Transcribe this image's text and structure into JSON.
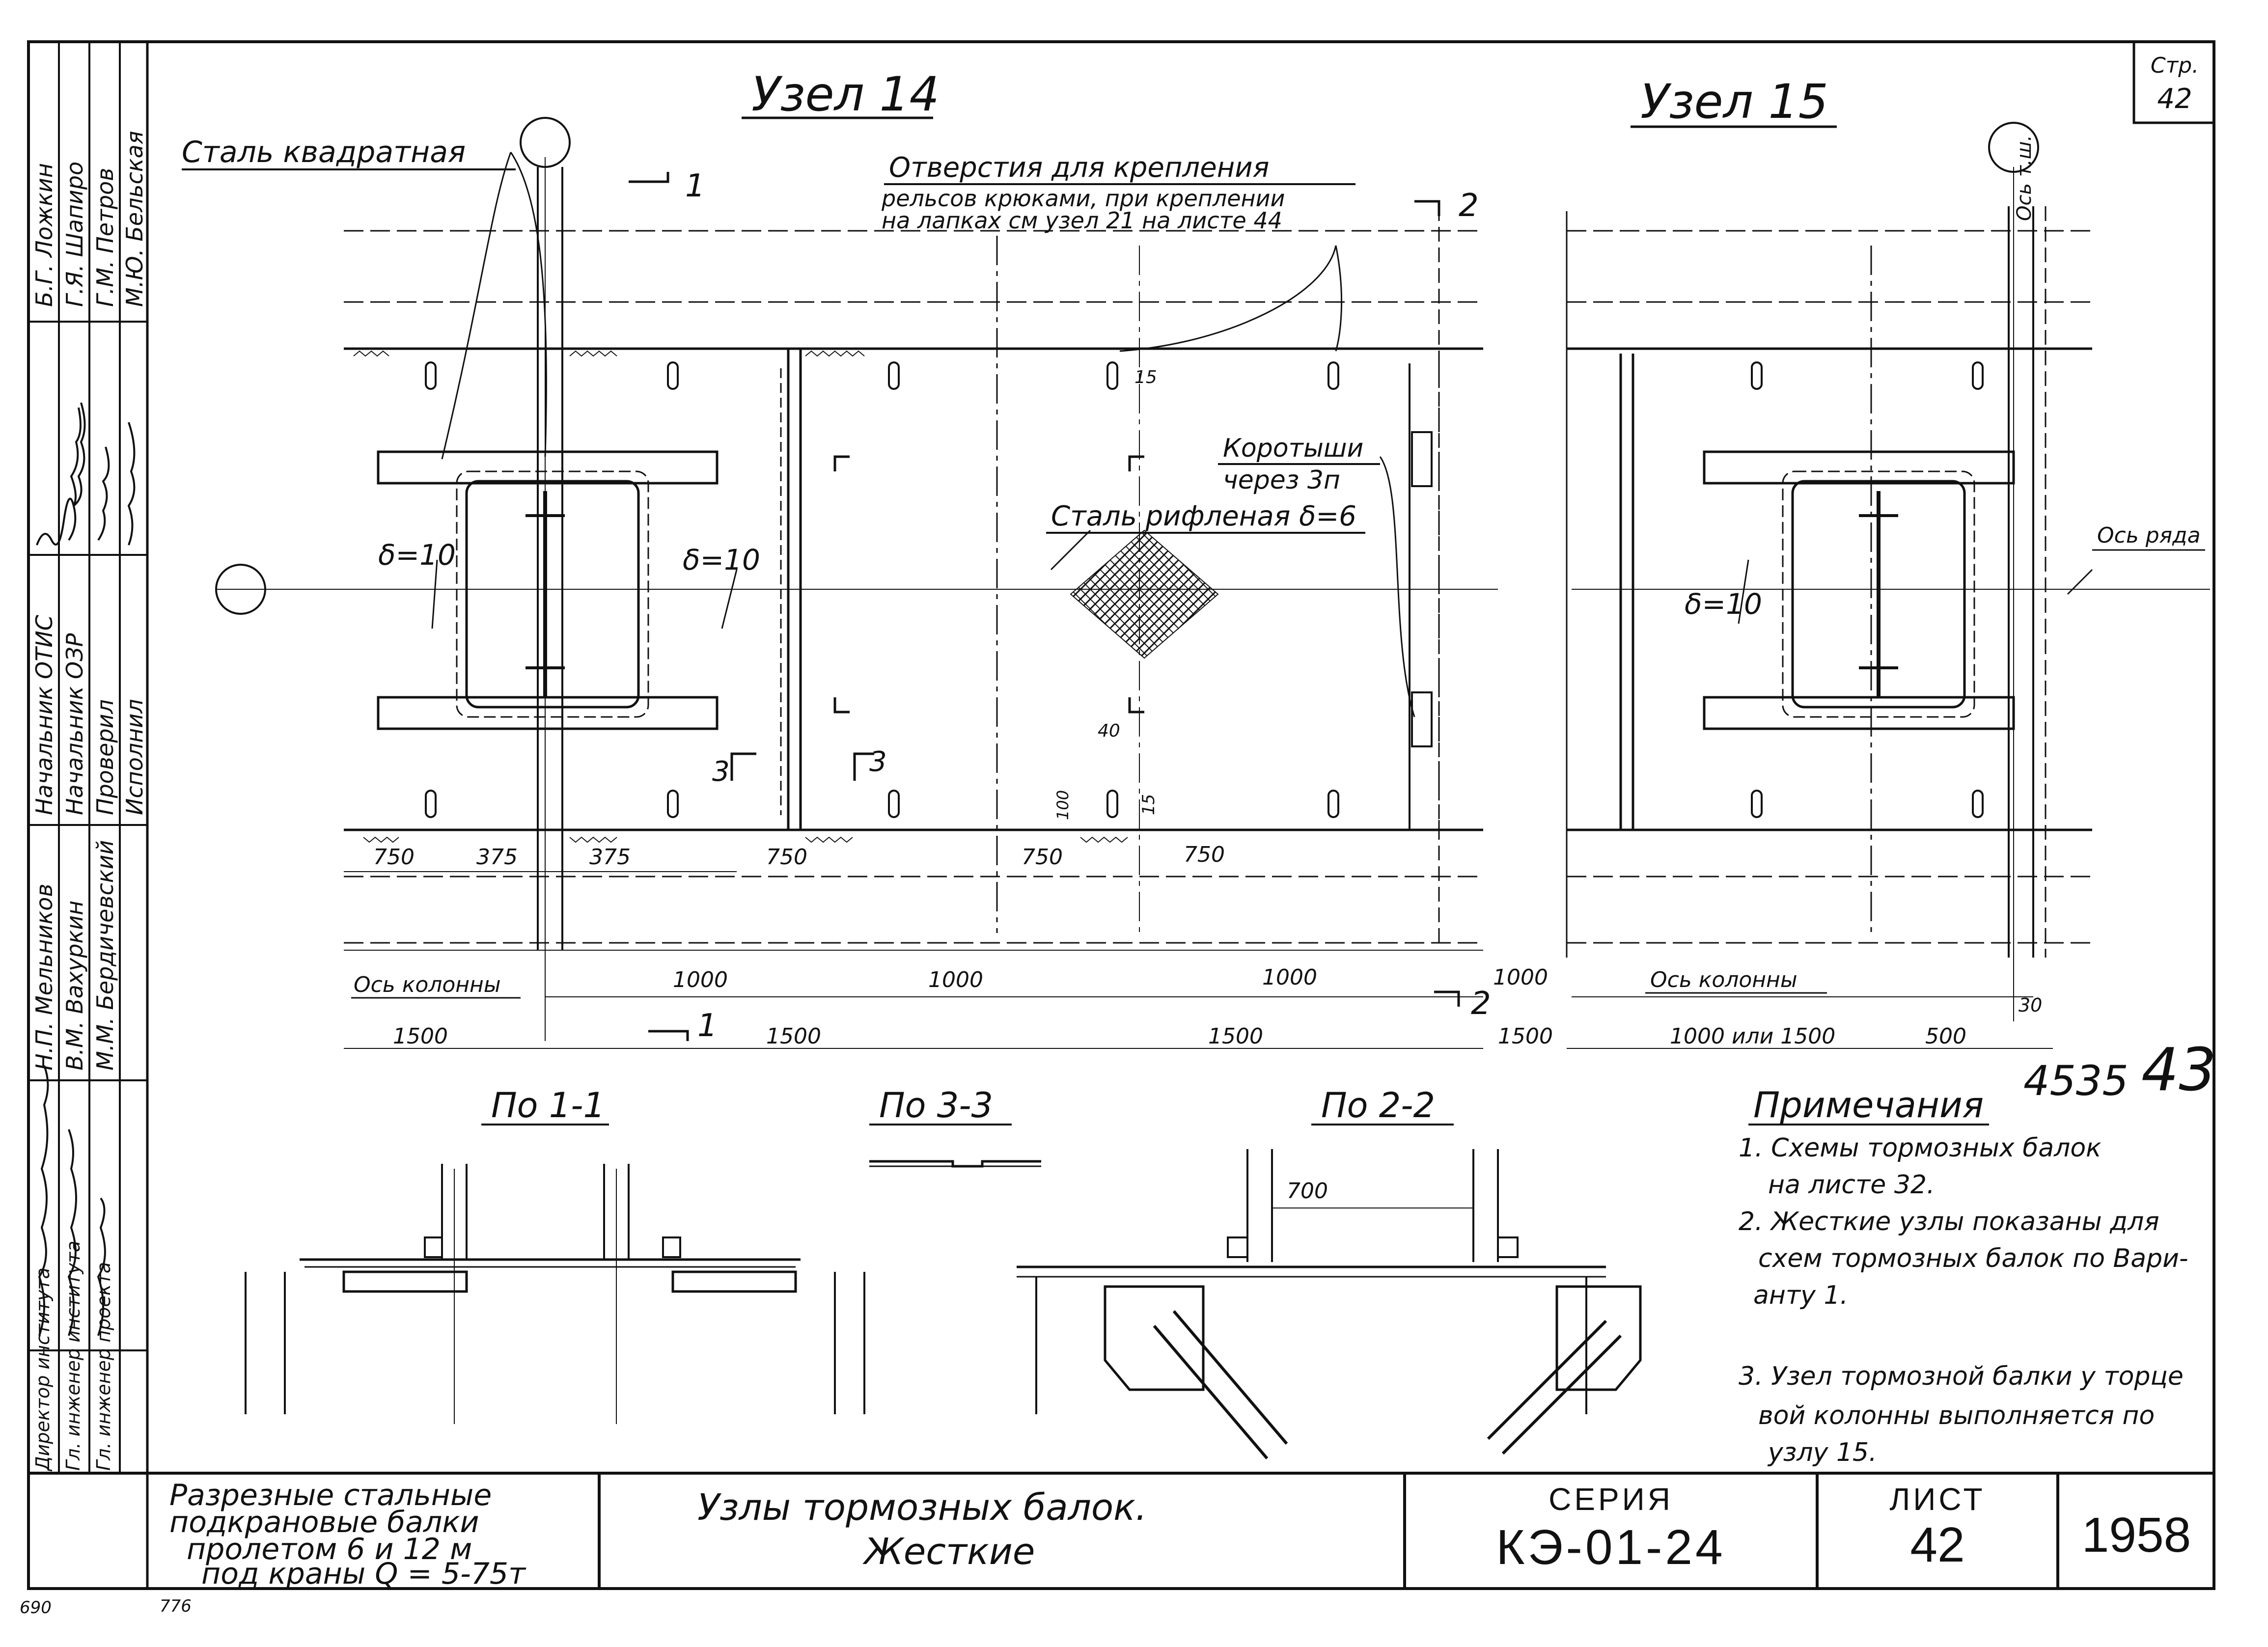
{
  "page_number": {
    "label": "Стр.",
    "value": "42"
  },
  "titles": {
    "node14": "Узел 14",
    "node15": "Узел 15",
    "section_1_1": "По 1-1",
    "section_3_3": "По 3-3",
    "section_2_2": "По 2-2"
  },
  "callouts": {
    "square_steel": "Сталь квадратная",
    "holes_line1": "Отверстия для крепления",
    "holes_line2": "рельсов крюками, при креплении",
    "holes_line3": "на лапках см узел 21 на листе 44",
    "stubs_line1": "Коротыши",
    "stubs_line2": "через 3п",
    "corrugated": "Сталь рифленая δ=6",
    "delta_left": "δ=10",
    "delta_mid": "δ=10",
    "delta_right": "δ=10",
    "row_axis": "Ось ряда",
    "col_axis_top": "Ось т.ш.",
    "col_axis_left": "Ось колонны",
    "col_axis_right": "Ось колонны"
  },
  "section_marks": {
    "m1_top": "1",
    "m2_top": "2",
    "m1_bottom": "1",
    "m2_bottom": "2",
    "m3_left": "3",
    "m3_right": "3"
  },
  "dims": {
    "d_750_1": "750",
    "d_375_1": "375",
    "d_375_2": "375",
    "d_750_2": "750",
    "d_750_3": "750",
    "d_750_4": "750",
    "d_15_a": "15",
    "d_15_b": "15",
    "d_40": "40",
    "d_100": "100",
    "d_1000_1": "1000",
    "d_1000_2": "1000",
    "d_1000_3": "1000",
    "d_1000_4": "1000",
    "d_1500_1": "1500",
    "d_1500_2": "1500",
    "d_1500_3": "1500",
    "d_1500_4": "1500",
    "d_1000_or_1500": "1000 или 1500",
    "d_500": "500",
    "d_30": "30",
    "d_700": "700"
  },
  "stamp_numbers": {
    "archive_a": "4535",
    "archive_b": "43"
  },
  "notes": {
    "title": "Примечания",
    "n1_l1": "1. Схемы тормозных балок",
    "n1_l2": "на листе 32.",
    "n2_l1": "2. Жесткие узлы показаны для",
    "n2_l2": "схем тормозных балок по Вари-",
    "n2_l3": "анту 1.",
    "n3_l1": "3. Узел тормозной балки у торце",
    "n3_l2": "вой колонны выполняется по",
    "n3_l3": "узлу 15."
  },
  "side_stamp": {
    "names": [
      "Б.Г. Ложкин",
      "Г.Я. Шапиро",
      "Г.М. Петров",
      "М.Ю. Бельская",
      "Н.П. Мельников",
      "В.М. Вахуркин",
      "М.М. Бердичевский"
    ],
    "roles": [
      "Начальник ОТИС",
      "Начальник ОЗР",
      "Проверил",
      "Исполнил",
      "Директор института",
      "Гл. инженер института",
      "Гл. инженер проекта"
    ]
  },
  "title_block": {
    "desc_l1": "Разрезные стальные",
    "desc_l2": "подкрановые балки",
    "desc_l3": "пролетом 6 и 12 м",
    "desc_l4": "под краны Q = 5-75т",
    "title_l1": "Узлы тормозных балок.",
    "title_l2": "Жесткие",
    "series_label": "СЕРИЯ",
    "series_value": "КЭ-01-24",
    "sheet_label": "ЛИСТ",
    "sheet_value": "42",
    "year": "1958"
  },
  "footer": {
    "left_num": "690",
    "right_num": "776"
  }
}
